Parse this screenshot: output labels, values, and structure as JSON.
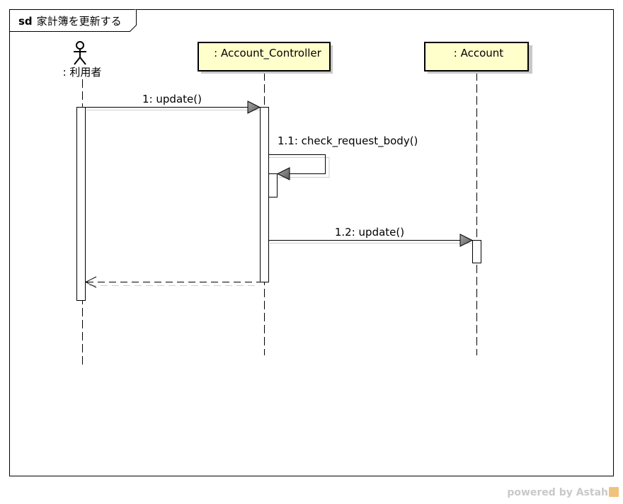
{
  "frame": {
    "keyword": "sd",
    "name": "家計簿を更新する"
  },
  "lifelines": [
    {
      "id": "user",
      "kind": "actor",
      "label": ": 利用者"
    },
    {
      "id": "controller",
      "kind": "object",
      "label": ": Account_Controller"
    },
    {
      "id": "account",
      "kind": "object",
      "label": ": Account"
    }
  ],
  "messages": [
    {
      "id": "m1",
      "label": "1: update()",
      "from": "user",
      "to": "controller",
      "kind": "sync"
    },
    {
      "id": "m11",
      "label": "1.1: check_request_body()",
      "from": "controller",
      "to": "controller",
      "kind": "self"
    },
    {
      "id": "m12",
      "label": "1.2: update()",
      "from": "controller",
      "to": "account",
      "kind": "sync"
    },
    {
      "id": "r1",
      "label": "",
      "from": "controller",
      "to": "user",
      "kind": "return"
    }
  ],
  "watermark": {
    "text": "powered by Astah",
    "logo_icon": "astah-logo-icon"
  },
  "colors": {
    "object_fill": "#ffffcc",
    "object_border": "#000000",
    "shadow": "#c8c8c8",
    "arrowhead": "#808080"
  }
}
